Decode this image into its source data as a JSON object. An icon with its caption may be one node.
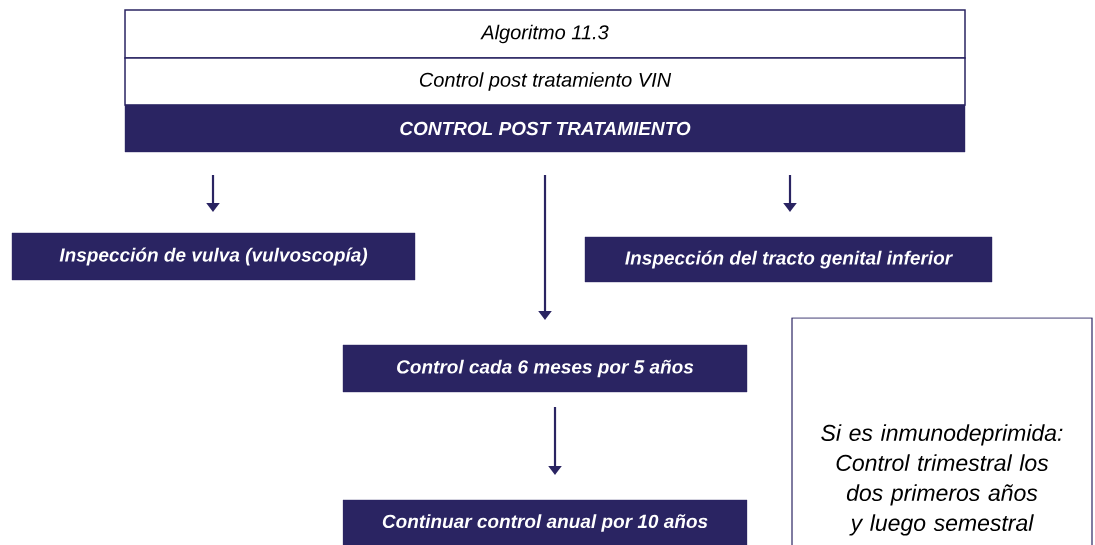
{
  "diagram": {
    "nodes": [
      {
        "text": [
          "Algoritmo 11.3"
        ]
      },
      {
        "text": [
          "Control post tratamiento VIN"
        ]
      },
      {
        "text": [
          "CONTROL POST TRATAMIENTO"
        ]
      },
      {
        "text": [
          "Inspección de vulva (vulvoscopía)"
        ]
      },
      {
        "text": [
          "Inspección del tracto genital inferior"
        ]
      },
      {
        "text": [
          "Control cada 6 meses por 5 años"
        ]
      },
      {
        "text": [
          "Si es inmunodeprimida: Control trimestral los dos primeros años y luego semestral"
        ]
      },
      {
        "text": [
          "Continuar control anual por 10 años"
        ]
      }
    ],
    "edges": [
      {
        "from": 2,
        "to": 3,
        "arrow": "to"
      },
      {
        "from": 2,
        "to": 5,
        "arrow": "to"
      },
      {
        "from": 2,
        "to": 4,
        "arrow": "to"
      },
      {
        "from": 5,
        "to": 7,
        "arrow": "to"
      }
    ]
  }
}
